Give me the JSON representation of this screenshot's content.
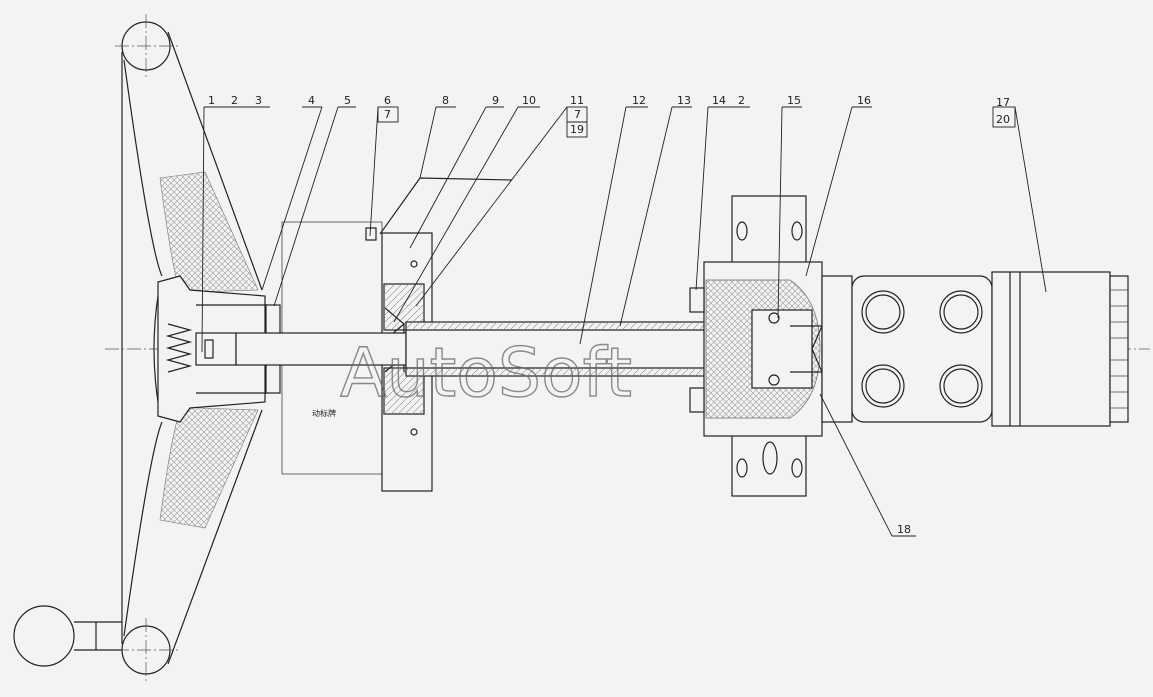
{
  "watermark": "AutoSoft",
  "callouts": [
    {
      "id": "c1",
      "text": "1"
    },
    {
      "id": "c2",
      "text": "2"
    },
    {
      "id": "c3",
      "text": "3"
    },
    {
      "id": "c4",
      "text": "4"
    },
    {
      "id": "c5",
      "text": "5"
    },
    {
      "id": "c6",
      "text": "6"
    },
    {
      "id": "c6b",
      "text": "7"
    },
    {
      "id": "c8",
      "text": "8"
    },
    {
      "id": "c9",
      "text": "9"
    },
    {
      "id": "c10",
      "text": "10"
    },
    {
      "id": "c11",
      "text": "11"
    },
    {
      "id": "c11b",
      "text": "7"
    },
    {
      "id": "c11c",
      "text": "19"
    },
    {
      "id": "c12",
      "text": "12"
    },
    {
      "id": "c13",
      "text": "13"
    },
    {
      "id": "c14",
      "text": "14"
    },
    {
      "id": "c14b",
      "text": "2"
    },
    {
      "id": "c15",
      "text": "15"
    },
    {
      "id": "c16",
      "text": "16"
    },
    {
      "id": "c17",
      "text": "17"
    },
    {
      "id": "c17b",
      "text": "20"
    },
    {
      "id": "c18",
      "text": "18"
    }
  ],
  "panel_text": "动标牌"
}
